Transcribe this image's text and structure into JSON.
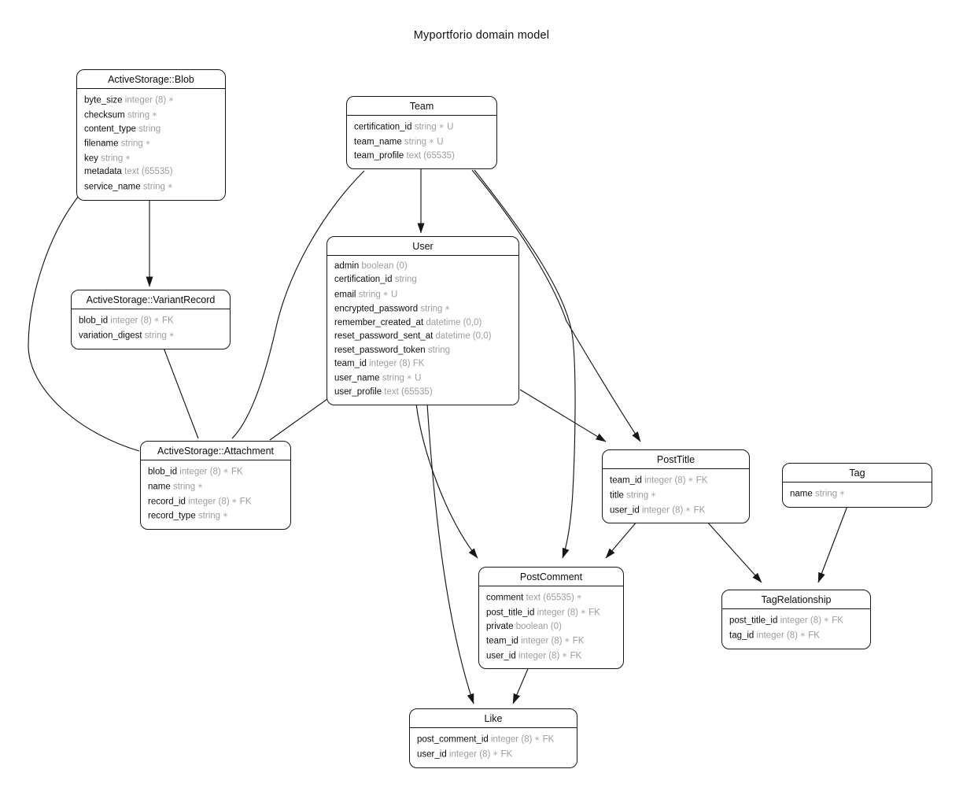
{
  "title": "Myportforio domain model",
  "colors": {
    "stroke": "#161616",
    "entity_fill": "#ffffff",
    "type_text": "#9d9d9d",
    "name_text": "#0d0d0d"
  },
  "entities": [
    {
      "id": "active-storage-blob",
      "name": "ActiveStorage::Blob",
      "fields": [
        {
          "name": "byte_size",
          "type": "integer (8)",
          "marker": "∗",
          "badge": ""
        },
        {
          "name": "checksum",
          "type": "string",
          "marker": "∗",
          "badge": ""
        },
        {
          "name": "content_type",
          "type": "string",
          "marker": "",
          "badge": ""
        },
        {
          "name": "filename",
          "type": "string",
          "marker": "∗",
          "badge": ""
        },
        {
          "name": "key",
          "type": "string",
          "marker": "∗",
          "badge": ""
        },
        {
          "name": "metadata",
          "type": "text (65535)",
          "marker": "",
          "badge": ""
        },
        {
          "name": "service_name",
          "type": "string",
          "marker": "∗",
          "badge": ""
        }
      ]
    },
    {
      "id": "team",
      "name": "Team",
      "fields": [
        {
          "name": "certification_id",
          "type": "string",
          "marker": "∗",
          "badge": "U"
        },
        {
          "name": "team_name",
          "type": "string",
          "marker": "∗",
          "badge": "U"
        },
        {
          "name": "team_profile",
          "type": "text (65535)",
          "marker": "",
          "badge": ""
        }
      ]
    },
    {
      "id": "user",
      "name": "User",
      "fields": [
        {
          "name": "admin",
          "type": "boolean (0)",
          "marker": "",
          "badge": ""
        },
        {
          "name": "certification_id",
          "type": "string",
          "marker": "",
          "badge": ""
        },
        {
          "name": "email",
          "type": "string",
          "marker": "∗",
          "badge": "U"
        },
        {
          "name": "encrypted_password",
          "type": "string",
          "marker": "∗",
          "badge": ""
        },
        {
          "name": "remember_created_at",
          "type": "datetime (0,0)",
          "marker": "",
          "badge": ""
        },
        {
          "name": "reset_password_sent_at",
          "type": "datetime (0,0)",
          "marker": "",
          "badge": ""
        },
        {
          "name": "reset_password_token",
          "type": "string",
          "marker": "",
          "badge": ""
        },
        {
          "name": "team_id",
          "type": "integer (8)",
          "marker": "",
          "badge": "FK"
        },
        {
          "name": "user_name",
          "type": "string",
          "marker": "∗",
          "badge": "U"
        },
        {
          "name": "user_profile",
          "type": "text (65535)",
          "marker": "",
          "badge": ""
        }
      ]
    },
    {
      "id": "active-storage-variant-record",
      "name": "ActiveStorage::VariantRecord",
      "fields": [
        {
          "name": "blob_id",
          "type": "integer (8)",
          "marker": "∗",
          "badge": "FK"
        },
        {
          "name": "variation_digest",
          "type": "string",
          "marker": "∗",
          "badge": ""
        }
      ]
    },
    {
      "id": "active-storage-attachment",
      "name": "ActiveStorage::Attachment",
      "fields": [
        {
          "name": "blob_id",
          "type": "integer (8)",
          "marker": "∗",
          "badge": "FK"
        },
        {
          "name": "name",
          "type": "string",
          "marker": "∗",
          "badge": ""
        },
        {
          "name": "record_id",
          "type": "integer (8)",
          "marker": "∗",
          "badge": "FK"
        },
        {
          "name": "record_type",
          "type": "string",
          "marker": "∗",
          "badge": ""
        }
      ]
    },
    {
      "id": "post-title",
      "name": "PostTitle",
      "fields": [
        {
          "name": "team_id",
          "type": "integer (8)",
          "marker": "∗",
          "badge": "FK"
        },
        {
          "name": "title",
          "type": "string",
          "marker": "∗",
          "badge": ""
        },
        {
          "name": "user_id",
          "type": "integer (8)",
          "marker": "∗",
          "badge": "FK"
        }
      ]
    },
    {
      "id": "tag",
      "name": "Tag",
      "fields": [
        {
          "name": "name",
          "type": "string",
          "marker": "∗",
          "badge": ""
        }
      ]
    },
    {
      "id": "post-comment",
      "name": "PostComment",
      "fields": [
        {
          "name": "comment",
          "type": "text (65535)",
          "marker": "∗",
          "badge": ""
        },
        {
          "name": "post_title_id",
          "type": "integer (8)",
          "marker": "∗",
          "badge": "FK"
        },
        {
          "name": "private",
          "type": "boolean (0)",
          "marker": "",
          "badge": ""
        },
        {
          "name": "team_id",
          "type": "integer (8)",
          "marker": "∗",
          "badge": "FK"
        },
        {
          "name": "user_id",
          "type": "integer (8)",
          "marker": "∗",
          "badge": "FK"
        }
      ]
    },
    {
      "id": "tag-relationship",
      "name": "TagRelationship",
      "fields": [
        {
          "name": "post_title_id",
          "type": "integer (8)",
          "marker": "∗",
          "badge": "FK"
        },
        {
          "name": "tag_id",
          "type": "integer (8)",
          "marker": "∗",
          "badge": "FK"
        }
      ]
    },
    {
      "id": "like",
      "name": "Like",
      "fields": [
        {
          "name": "post_comment_id",
          "type": "integer (8)",
          "marker": "∗",
          "badge": "FK"
        },
        {
          "name": "user_id",
          "type": "integer (8)",
          "marker": "∗",
          "badge": "FK"
        }
      ]
    }
  ],
  "relationships": [
    {
      "from": "ActiveStorage::Blob",
      "to": "ActiveStorage::VariantRecord",
      "arrowhead": true
    },
    {
      "from": "ActiveStorage::Blob",
      "to": "ActiveStorage::Attachment",
      "arrowhead": false
    },
    {
      "from": "ActiveStorage::VariantRecord",
      "to": "ActiveStorage::Attachment",
      "arrowhead": false
    },
    {
      "from": "Team",
      "to": "User",
      "arrowhead": true
    },
    {
      "from": "Team",
      "to": "ActiveStorage::Attachment",
      "arrowhead": false
    },
    {
      "from": "Team",
      "to": "PostTitle",
      "arrowhead": true
    },
    {
      "from": "Team",
      "to": "PostComment",
      "arrowhead": true
    },
    {
      "from": "User",
      "to": "ActiveStorage::Attachment",
      "arrowhead": false
    },
    {
      "from": "User",
      "to": "PostTitle",
      "arrowhead": true
    },
    {
      "from": "User",
      "to": "PostComment",
      "arrowhead": true
    },
    {
      "from": "User",
      "to": "Like",
      "arrowhead": true
    },
    {
      "from": "PostTitle",
      "to": "PostComment",
      "arrowhead": true
    },
    {
      "from": "PostTitle",
      "to": "TagRelationship",
      "arrowhead": true
    },
    {
      "from": "Tag",
      "to": "TagRelationship",
      "arrowhead": true
    },
    {
      "from": "PostComment",
      "to": "Like",
      "arrowhead": true
    }
  ]
}
